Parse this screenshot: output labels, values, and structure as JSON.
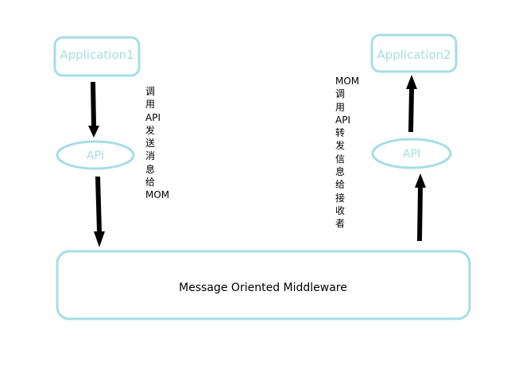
{
  "colors": {
    "box_stroke": "#a6dde6",
    "box_text": "#a6dde6",
    "arrow": "#000000",
    "main_text": "#000000"
  },
  "nodes": {
    "app1": "Application1",
    "app2": "Application2",
    "api_left": "API",
    "api_right": "API",
    "mom": "Message Oriented Middleware"
  },
  "annotations": {
    "left": [
      "调",
      "用",
      "API",
      "发",
      "送",
      "消",
      "息",
      "给",
      "MOM"
    ],
    "right": [
      "MOM",
      "调",
      "用",
      "API",
      "转",
      "发",
      "信",
      "息",
      "给",
      "接",
      "收",
      "者"
    ]
  }
}
